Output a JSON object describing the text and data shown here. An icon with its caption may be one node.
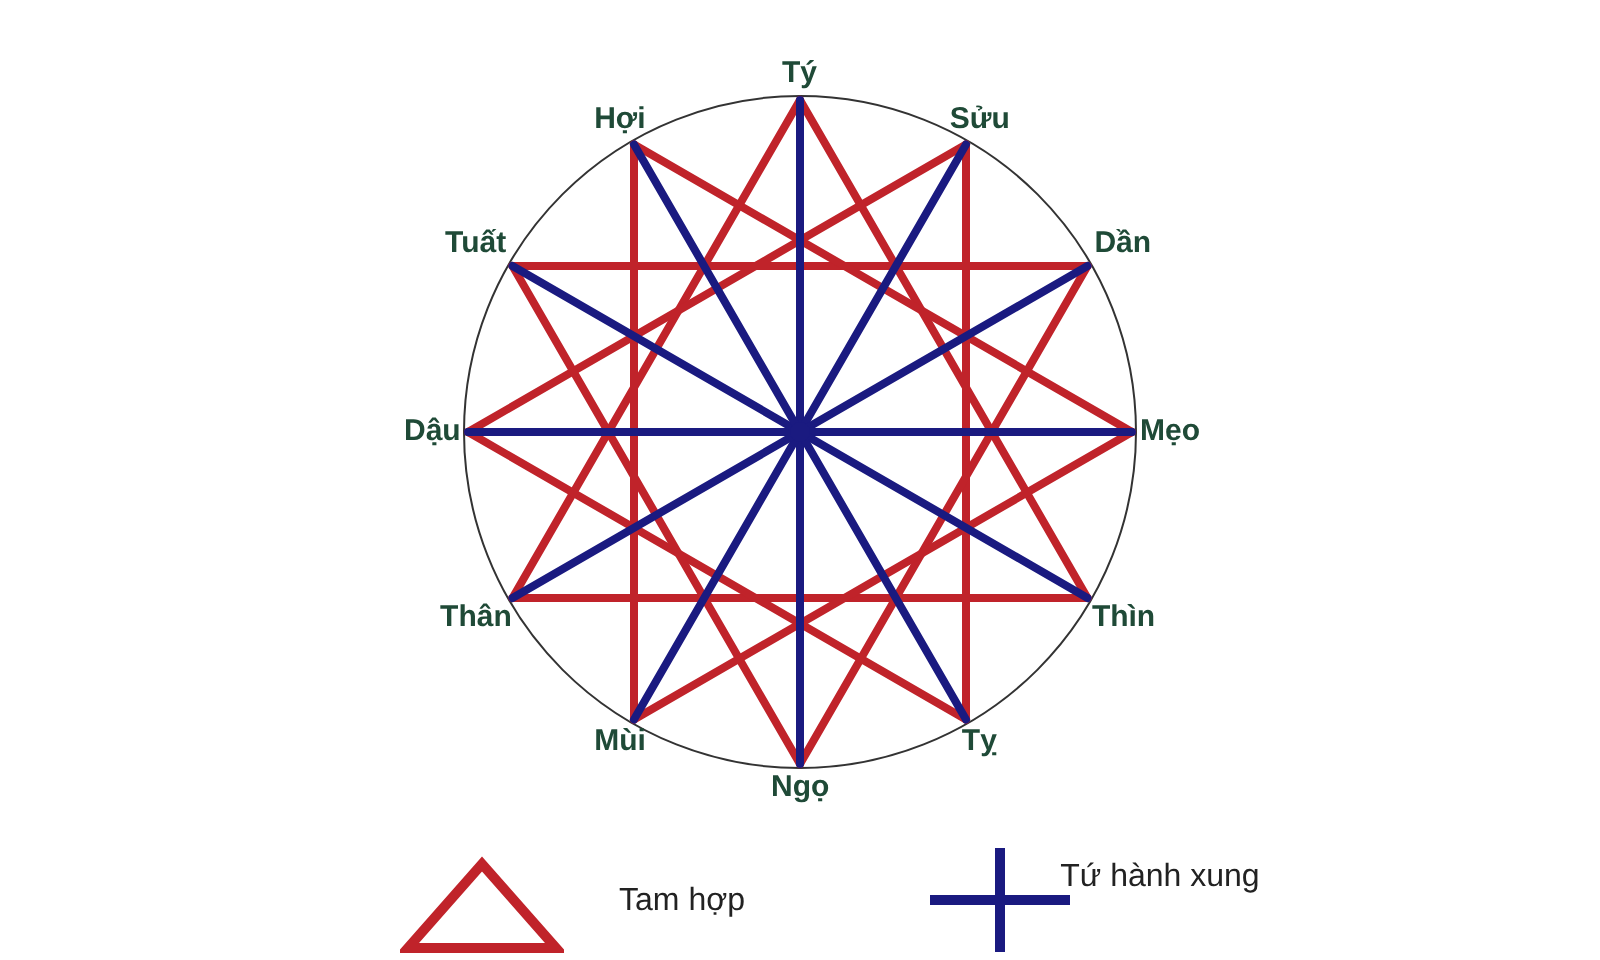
{
  "diagram": {
    "nodes": [
      {
        "text": [
          "Tý"
        ]
      },
      {
        "text": [
          "Sửu"
        ]
      },
      {
        "text": [
          "Dần"
        ]
      },
      {
        "text": [
          "Mẹo"
        ]
      },
      {
        "text": [
          "Thìn"
        ]
      },
      {
        "text": [
          "Tỵ"
        ]
      },
      {
        "text": [
          "Ngọ"
        ]
      },
      {
        "text": [
          "Mùi"
        ]
      },
      {
        "text": [
          "Thân"
        ]
      },
      {
        "text": [
          "Dậu"
        ]
      },
      {
        "text": [
          "Tuất"
        ]
      },
      {
        "text": [
          "Hợi"
        ]
      }
    ],
    "edges": [
      {
        "from": 0,
        "to": 4,
        "arrow": "none"
      },
      {
        "from": 4,
        "to": 8,
        "arrow": "none"
      },
      {
        "from": 8,
        "to": 0,
        "arrow": "none"
      },
      {
        "from": 1,
        "to": 5,
        "arrow": "none"
      },
      {
        "from": 5,
        "to": 9,
        "arrow": "none"
      },
      {
        "from": 9,
        "to": 1,
        "arrow": "none"
      },
      {
        "from": 2,
        "to": 6,
        "arrow": "none"
      },
      {
        "from": 6,
        "to": 10,
        "arrow": "none"
      },
      {
        "from": 10,
        "to": 2,
        "arrow": "none"
      },
      {
        "from": 3,
        "to": 7,
        "arrow": "none"
      },
      {
        "from": 7,
        "to": 11,
        "arrow": "none"
      },
      {
        "from": 11,
        "to": 3,
        "arrow": "none"
      },
      {
        "from": 0,
        "to": 6,
        "arrow": "none",
        "color": "#1a1a80"
      },
      {
        "from": 1,
        "to": 7,
        "arrow": "none",
        "color": "#1a1a80"
      },
      {
        "from": 2,
        "to": 8,
        "arrow": "none",
        "color": "#1a1a80"
      },
      {
        "from": 3,
        "to": 9,
        "arrow": "none",
        "color": "#1a1a80"
      },
      {
        "from": 4,
        "to": 10,
        "arrow": "none",
        "color": "#1a1a80"
      },
      {
        "from": 5,
        "to": 11,
        "arrow": "none",
        "color": "#1a1a80"
      }
    ],
    "legend": [
      {
        "text": "Tam hợp"
      },
      {
        "text": "Tứ hành xung"
      }
    ]
  }
}
